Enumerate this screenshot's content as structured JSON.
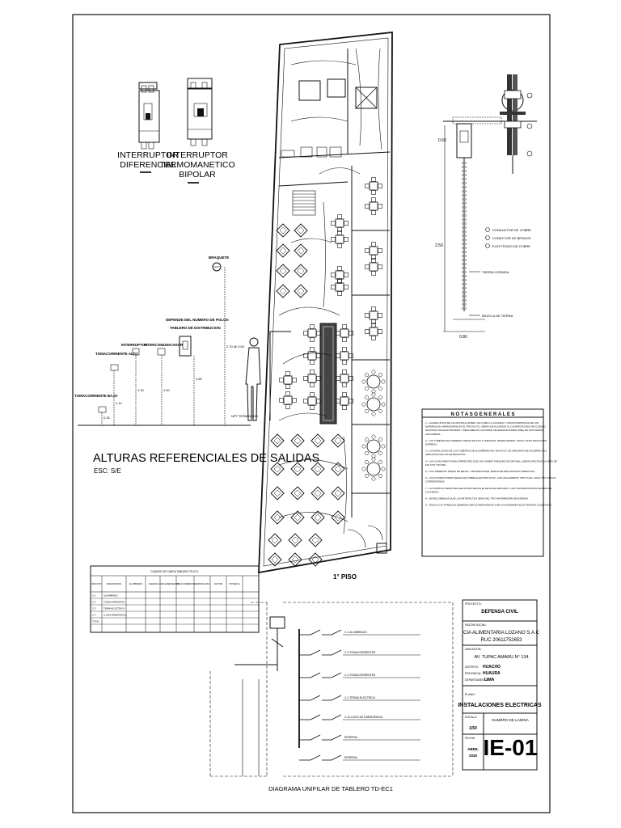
{
  "devices": {
    "differential_label": [
      "INTERRUPTOR",
      "DIFERENCIAL"
    ],
    "bipolar_label": [
      "INTERRUPTOR",
      "TERMOMANETICO",
      "BIPOLAR"
    ]
  },
  "heights": {
    "title": "ALTURAS REFERENCIALES DE SALIDAS",
    "scale": "ESC: S/E",
    "outlets": [
      "TOMACORRIENTE BAJO",
      "TOMACORRIENTE ALTO",
      "INTERRUPTOR",
      "INTERCOMUNICADOR",
      "BRAQUETE"
    ],
    "panel_label": [
      "DEPENDE DEL NUMERO DE POLOS",
      "TABLERO DE DISTRIBUCION"
    ],
    "values": [
      "0.30",
      "1.10",
      "1.40",
      "1.40",
      "1.60",
      "2.70 @ 3.00"
    ],
    "floor_label": "NPT TERMINADO"
  },
  "plan": {
    "label": "1° PISO"
  },
  "notes": {
    "title": "N O T A S   G E N E R A L E S",
    "items": [
      "La ejecucion de las instalaciones, asi como la calidad y caracteristicas de los materiales a emplearse en el proyecto, seran de acuerdo a lo especificado en codigo nacional de electricidad y reglamento nacional de edificaciones (RNE) en sus partes aplicables.",
      "Las tuberias en general seran de PVC-P (pesado). Desde minimo, salvo otra indicacion expresa.",
      "La instalacion de las tuberias de alumbrado en techos y se ubicaran de acuerdo a la ubicacion de los artefactos.",
      "Las cajas para tomacorrientes que van sobre tabiques de drywall seran rectangulares de 100 x 55 x 50 mm.",
      "Los tableros seran de metal y de empotrar, marca de reconocido prestigio.",
      "Los conductores seran de cobre electrolitico, con aislamiento tipo THW / LSOH 750V segun corresponda.",
      "La puesta a tierra se ejecutara segun el detalle indicado, con una resistencia maxima de 15 ohmios.",
      "Se recomienda que los artefactos sean del tipo ahorrador de energia.",
      "Todos los trabajos deberan ser supervisados por un ingeniero electricista colegiado."
    ]
  },
  "ground_detail": {
    "dims": [
      "0.50",
      "2.50",
      "0.80"
    ],
    "labels": [
      "CONDUCTOR DE COBRE",
      "CONECTOR DE BRONCE",
      "ELECTRODO DE COBRE",
      "TIERRA CERNIDA",
      "MEZCLA DE TIERRA"
    ]
  },
  "load_table": {
    "caption": "CUADRO DE CARGA TABLERO TD-EC1",
    "headers": [
      "CIRCUITO",
      "DESCRIPCION",
      "ALUMBRADO",
      "FUERZA",
      "LUCES EMERGENCIA",
      "TOMACORRIENTE",
      "DEMANDA MAX.",
      "FACTOR",
      "POTENCIA"
    ],
    "rows": [
      [
        "C-1",
        "ALUMBRADO",
        "",
        "",
        "",
        "",
        "",
        "",
        ""
      ],
      [
        "C-2",
        "TOMACORRIENTES",
        "",
        "",
        "",
        "",
        "",
        "",
        ""
      ],
      [
        "C-3",
        "TERMA ELECTRICA",
        "",
        "",
        "",
        "",
        "",
        "",
        ""
      ],
      [
        "C-4",
        "LUCES EMERGENCIA",
        "",
        "",
        "",
        "",
        "",
        "",
        ""
      ],
      [
        "TOTAL",
        "",
        "",
        "",
        "",
        "",
        "",
        "",
        ""
      ]
    ]
  },
  "single_line": {
    "title": "DIAGRAMA UNIFILAR DE TABLERO TD-EC1",
    "circuits": [
      "C-1  ALUMBRADO",
      "C-2  TOMACORRIENTES",
      "C-3  TOMACORRIENTES",
      "C-4  TERMA ELECTRICA",
      "C-5  LUCES DE EMERGENCIA",
      "RESERVA",
      "RESERVA"
    ]
  },
  "title_block": {
    "project_label": "PROYECTO:",
    "project": "DEFENSA CIVIL",
    "company_label": "RAZON SOCIAL:",
    "company": "CIA ALIMENTARIA LOZANO S.A.C",
    "ruc": "RUC 20611752653",
    "location_label": "UBICACION:",
    "address": "AV. TUPAC AMARU N° 134",
    "district_label": "DISTRITO:",
    "district": "HUACHO",
    "province_label": "PROVINCIA:",
    "province": "HUAURA",
    "department_label": "DEPARTAMENTO:",
    "department": "LIMA",
    "plan_label": "PLANO:",
    "plan": "INSTALACIONES ELECTRICAS",
    "scale_label": "ESCALA:",
    "scale": "1/50",
    "sheet_label": "NUMERO DE LAMINA",
    "sheet": "IE-01",
    "date_label": "FECHA:",
    "date": [
      "ABRIL",
      "2025"
    ]
  }
}
